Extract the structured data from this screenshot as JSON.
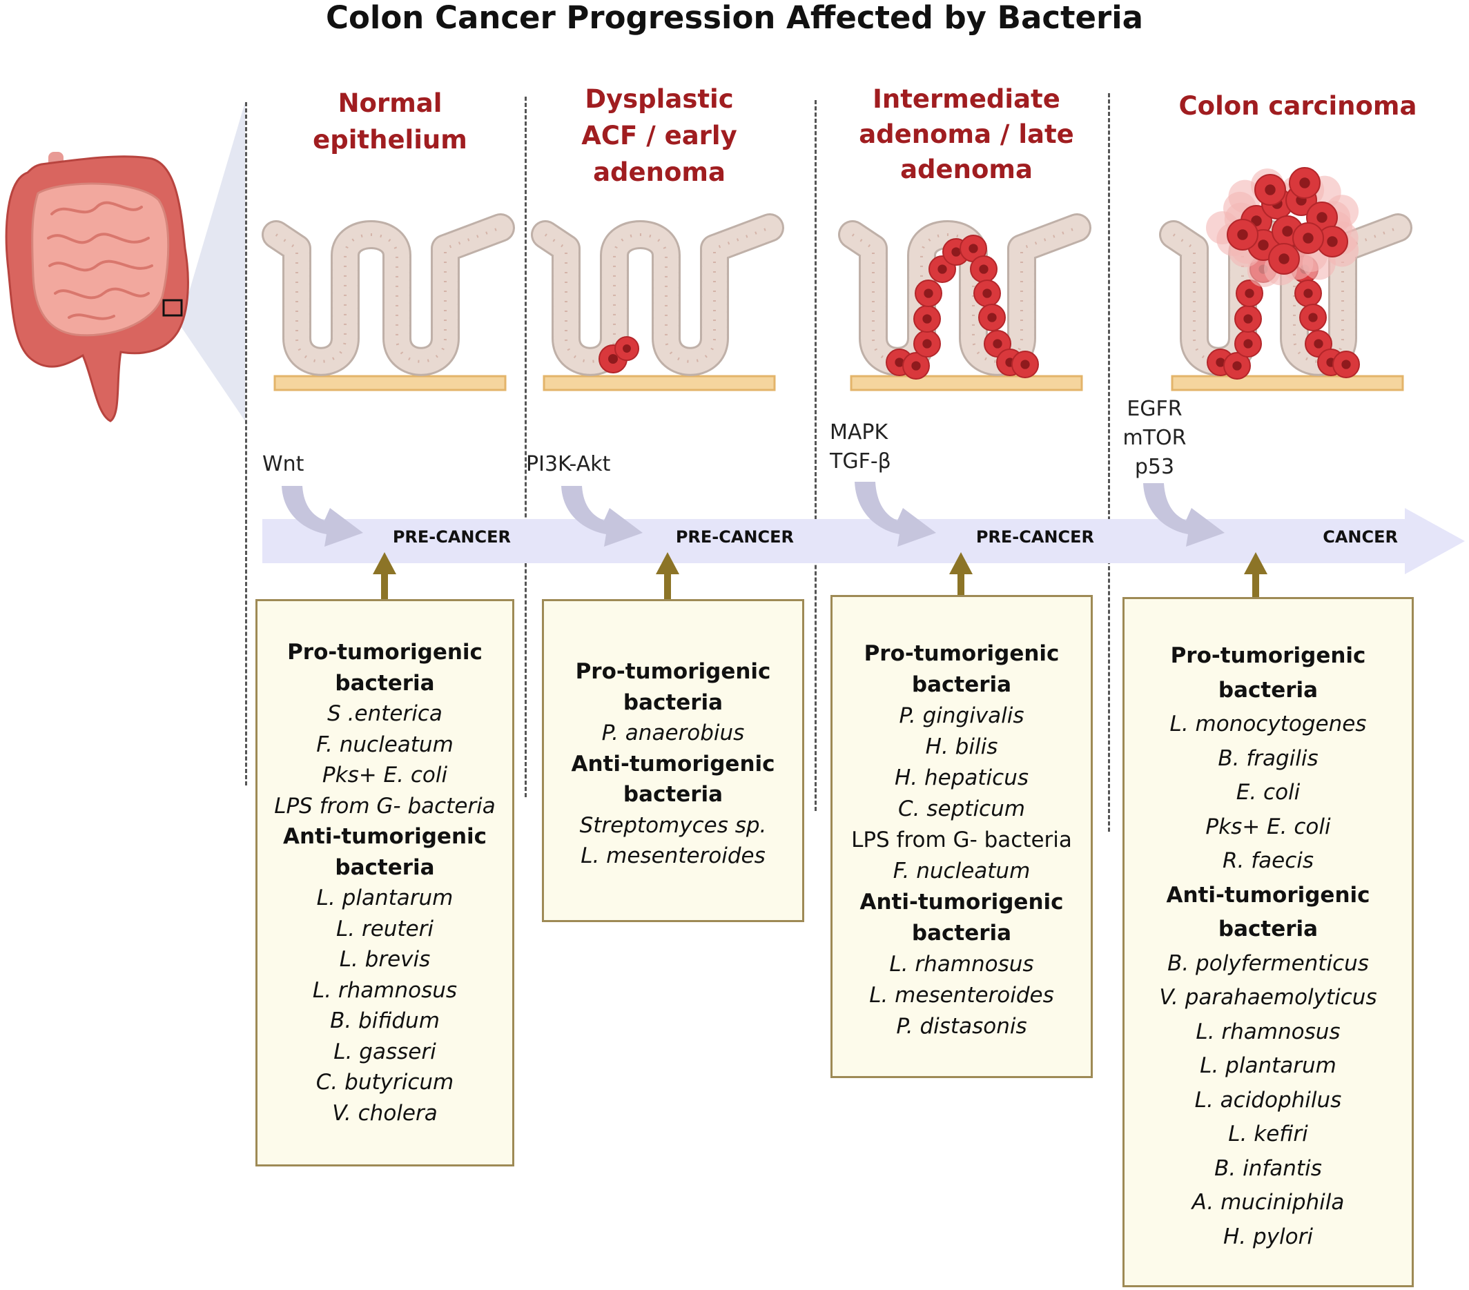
{
  "title": "Colon Cancer Progression Affected by Bacteria",
  "colors": {
    "stage_title": "#a01d20",
    "timeline": "#e5e5f9",
    "curved_arrow": "#c6c5dd",
    "box_border": "#9e8a55",
    "box_fill": "#fdfbeb",
    "up_arrow": "#8c7427",
    "epithelium": "#e8d9d1",
    "basement_membrane": "#f5d59e",
    "tumor_cell": "#d9383c"
  },
  "stages": [
    {
      "title_lines": [
        "Normal",
        "epithelium"
      ],
      "pathways": [
        "Wnt"
      ],
      "stage_label": "PRE-CANCER",
      "illustration": "normal-crypts",
      "pro_heading": [
        "Pro-tumorigenic",
        "bacteria"
      ],
      "pro": [
        {
          "name": "S .enterica",
          "italic": true
        },
        {
          "name": "F. nucleatum",
          "italic": true
        },
        {
          "name": "Pks+ E. coli",
          "italic": true
        },
        {
          "name": "LPS from G- bacteria",
          "italic": true
        }
      ],
      "anti_heading": [
        "Anti-tumorigenic",
        "bacteria"
      ],
      "anti": [
        {
          "name": "L. plantarum",
          "italic": true
        },
        {
          "name": "L. reuteri",
          "italic": true
        },
        {
          "name": "L. brevis",
          "italic": true
        },
        {
          "name": "L. rhamnosus",
          "italic": true
        },
        {
          "name": "B. bifidum",
          "italic": true
        },
        {
          "name": "L. gasseri",
          "italic": true
        },
        {
          "name": "C. butyricum",
          "italic": true
        },
        {
          "name": "V. cholera",
          "italic": true
        }
      ]
    },
    {
      "title_lines": [
        "Dysplastic",
        "ACF / early",
        "adenoma"
      ],
      "pathways": [
        "PI3K-Akt"
      ],
      "stage_label": "PRE-CANCER",
      "illustration": "early-adenoma-crypts",
      "pro_heading": [
        "Pro-tumorigenic",
        "bacteria"
      ],
      "pro": [
        {
          "name": "P. anaerobius",
          "italic": true
        }
      ],
      "anti_heading": [
        "Anti-tumorigenic",
        "bacteria"
      ],
      "anti": [
        {
          "name": "Streptomyces sp.",
          "italic": true
        },
        {
          "name": "L. mesenteroides",
          "italic": true
        }
      ]
    },
    {
      "title_lines": [
        "Intermediate",
        "adenoma / late",
        "adenoma"
      ],
      "pathways": [
        "MAPK",
        "TGF-β"
      ],
      "stage_label": "PRE-CANCER",
      "illustration": "late-adenoma-crypts",
      "pro_heading": [
        "Pro-tumorigenic",
        "bacteria"
      ],
      "pro": [
        {
          "name": "P. gingivalis",
          "italic": true
        },
        {
          "name": "H. bilis",
          "italic": true
        },
        {
          "name": "H. hepaticus",
          "italic": true
        },
        {
          "name": "C. septicum",
          "italic": true
        },
        {
          "name": "LPS from G- bacteria",
          "italic": false
        },
        {
          "name": "F. nucleatum",
          "italic": true
        }
      ],
      "anti_heading": [
        "Anti-tumorigenic",
        "bacteria"
      ],
      "anti": [
        {
          "name": "L. rhamnosus",
          "italic": true
        },
        {
          "name": "L. mesenteroides",
          "italic": true
        },
        {
          "name": "P. distasonis",
          "italic": true
        }
      ]
    },
    {
      "title_lines": [
        "Colon carcinoma"
      ],
      "pathways": [
        "EGFR",
        "mTOR",
        "p53"
      ],
      "stage_label": "CANCER",
      "illustration": "carcinoma-crypts",
      "pro_heading": [
        "Pro-tumorigenic",
        "bacteria"
      ],
      "pro": [
        {
          "name": "L. monocytogenes",
          "italic": true
        },
        {
          "name": "B. fragilis",
          "italic": true
        },
        {
          "name": "E. coli",
          "italic": true
        },
        {
          "name": "Pks+ E. coli",
          "italic": true
        },
        {
          "name": "R. faecis",
          "italic": true
        }
      ],
      "anti_heading": [
        "Anti-tumorigenic",
        "bacteria"
      ],
      "anti": [
        {
          "name": "B. polyfermenticus",
          "italic": true
        },
        {
          "name": "V. parahaemolyticus",
          "italic": true
        },
        {
          "name": "L. rhamnosus",
          "italic": true
        },
        {
          "name": "L. plantarum",
          "italic": true
        },
        {
          "name": "L. acidophilus",
          "italic": true
        },
        {
          "name": "L. kefiri",
          "italic": true
        },
        {
          "name": "B. infantis",
          "italic": true
        },
        {
          "name": "A. muciniphila",
          "italic": true
        },
        {
          "name": "H. pylori",
          "italic": true
        }
      ]
    }
  ]
}
